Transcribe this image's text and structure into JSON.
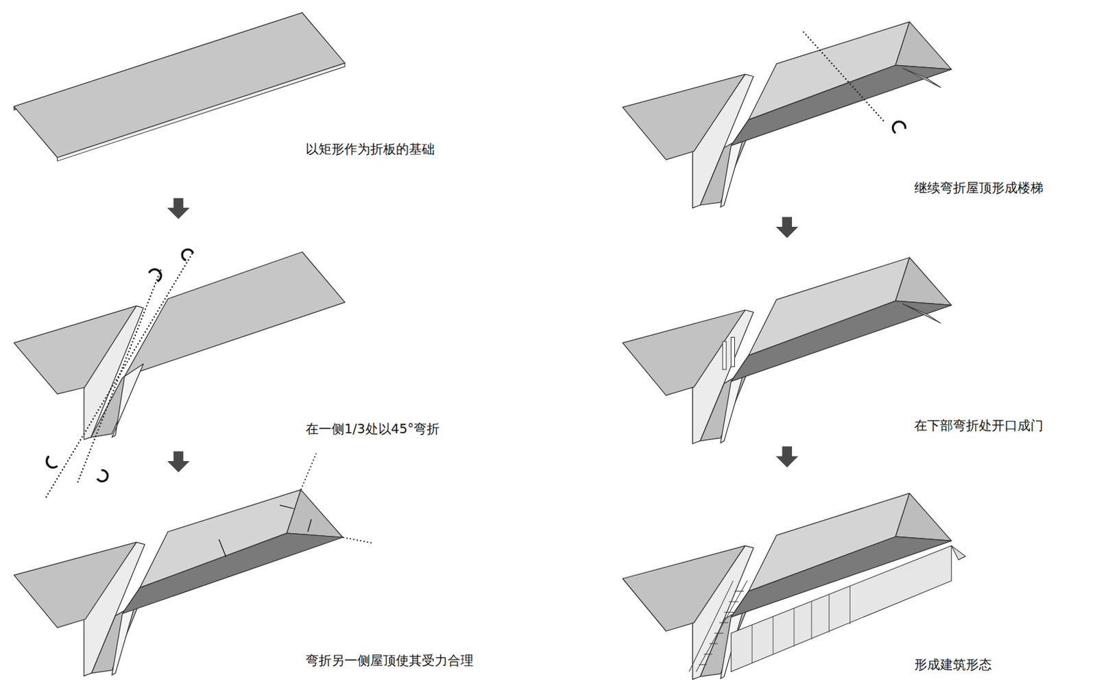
{
  "diagram": {
    "labels": [
      "以矩形作为折板的基础",
      "在一侧1/3处以45°弯折",
      "弯折另一侧屋顶使其受力合理",
      "继续弯折屋顶形成楼梯",
      "在下部弯折处开口成门",
      "形成建筑形态"
    ]
  }
}
